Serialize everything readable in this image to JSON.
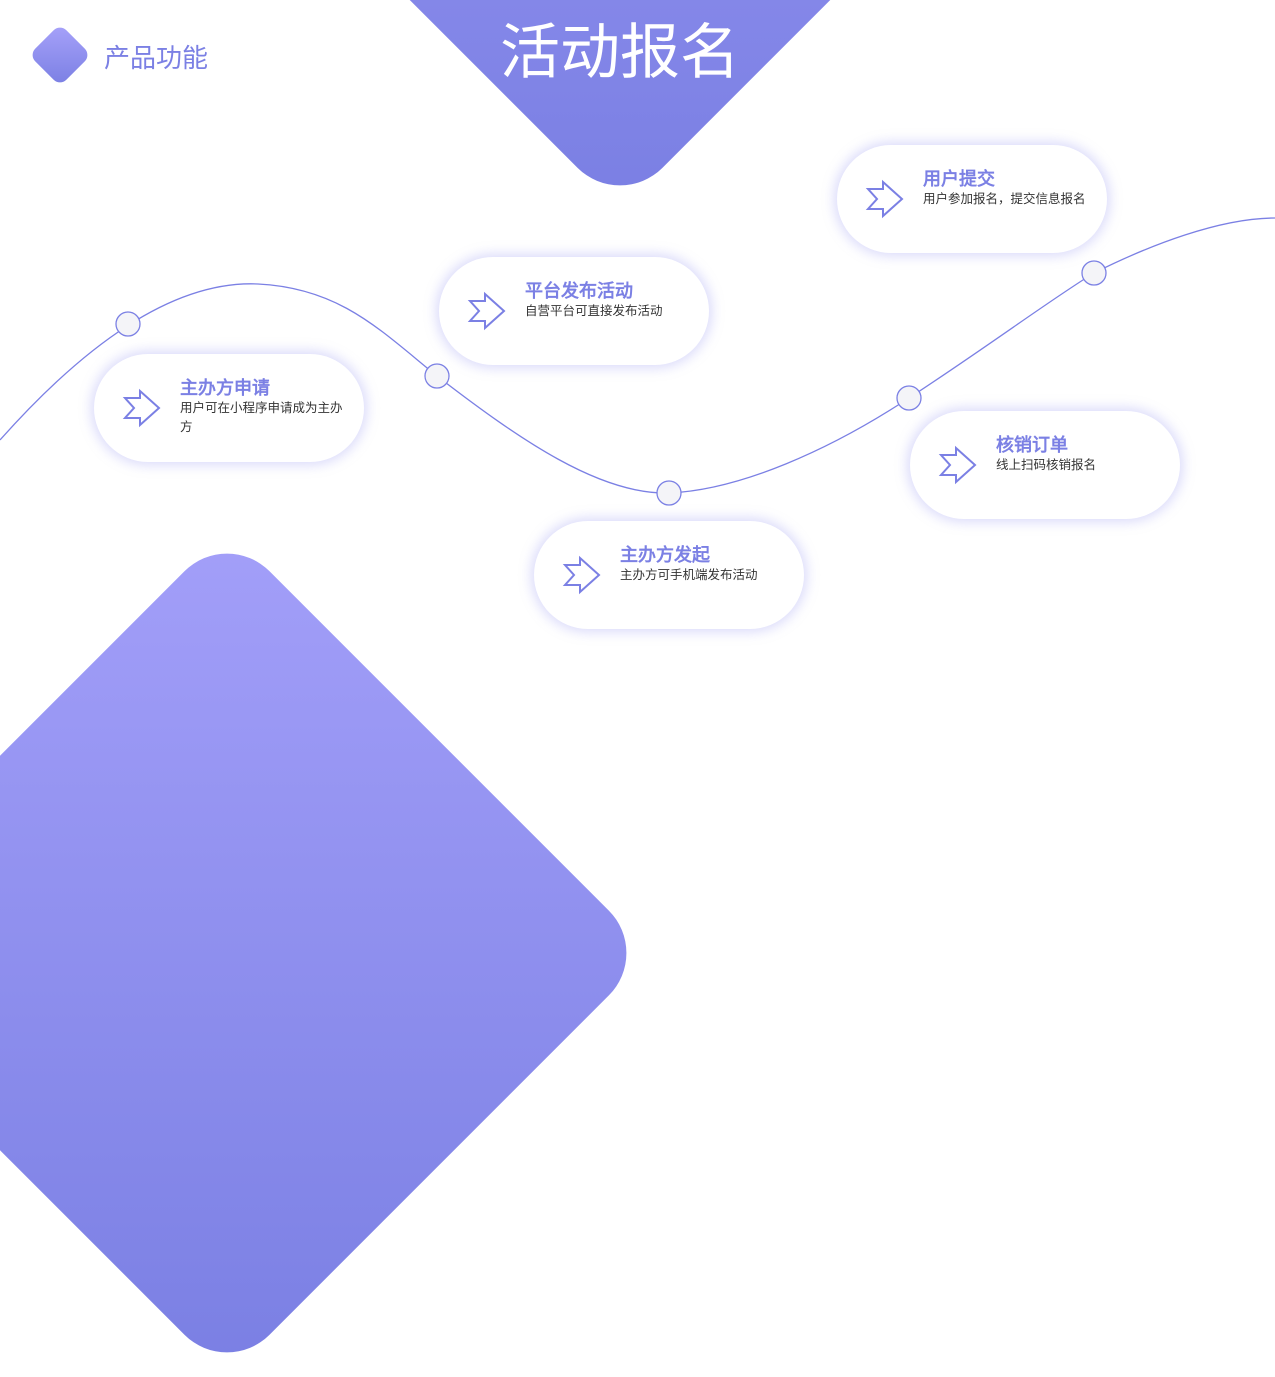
{
  "header": {
    "section_label": "产品功能",
    "title": "活动报名"
  },
  "colors": {
    "accent": "#7b80e4",
    "gradient_end": "#a39ff9"
  },
  "steps": [
    {
      "title": "主办方申请",
      "desc": "用户可在小程序申请成为主办方"
    },
    {
      "title": "平台发布活动",
      "desc": "自营平台可直接发布活动"
    },
    {
      "title": "主办方发起",
      "desc": "主办方可手机端发布活动"
    },
    {
      "title": "用户提交",
      "desc": "用户参加报名，提交信息报名"
    },
    {
      "title": "核销订单",
      "desc": "线上扫码核销报名"
    }
  ]
}
